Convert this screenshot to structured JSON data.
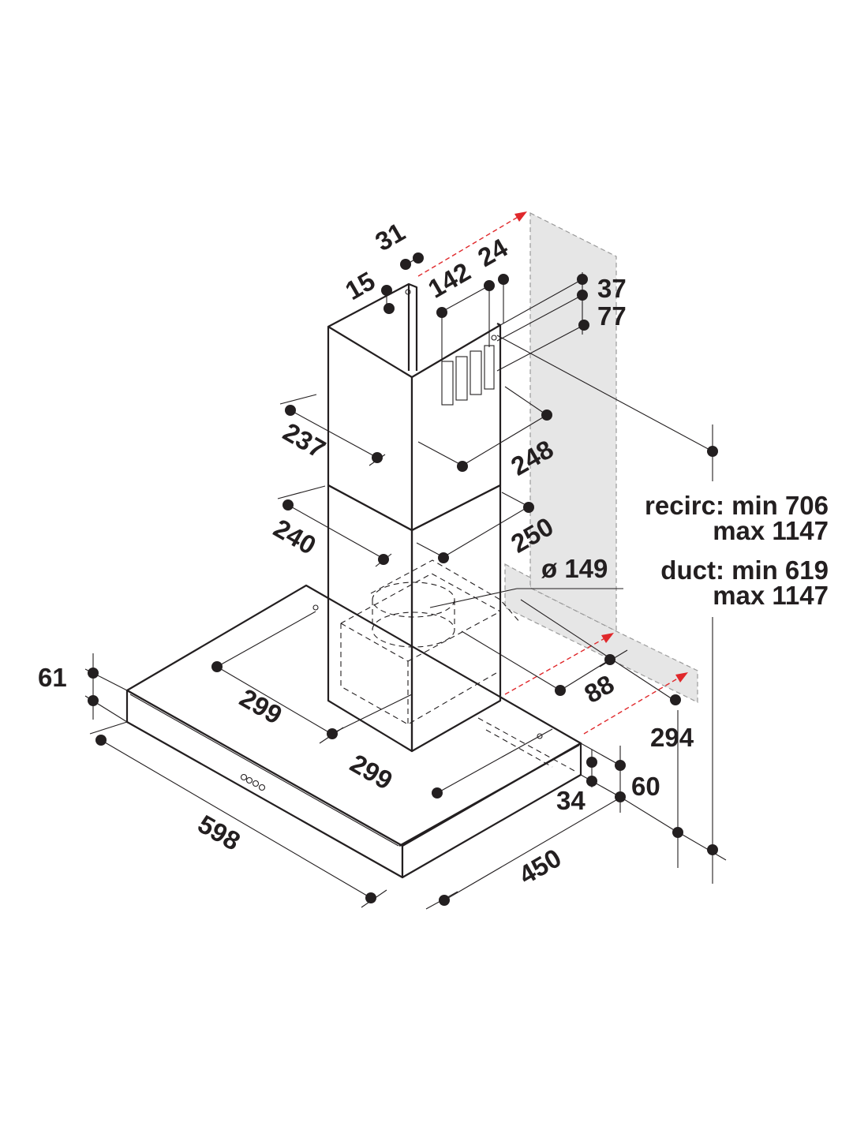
{
  "diagram": {
    "dimensions": {
      "d31": "31",
      "d15": "15",
      "d142": "142",
      "d24": "24",
      "d37": "37",
      "d77": "77",
      "d237": "237",
      "d248": "248",
      "d240": "240",
      "d250": "250",
      "d149": "ø 149",
      "d299a": "299",
      "d299b": "299",
      "d88": "88",
      "d294": "294",
      "d61": "61",
      "d598": "598",
      "d450": "450",
      "d34": "34",
      "d60": "60"
    },
    "specs": {
      "recirc_line1": "recirc: min 706",
      "recirc_line2": "max 1147",
      "duct_line1": "duct: min 619",
      "duct_line2": "max 1147"
    },
    "colors": {
      "line": "#231f20",
      "arrow": "#e0282b",
      "wall": "#e6e6e6"
    }
  }
}
